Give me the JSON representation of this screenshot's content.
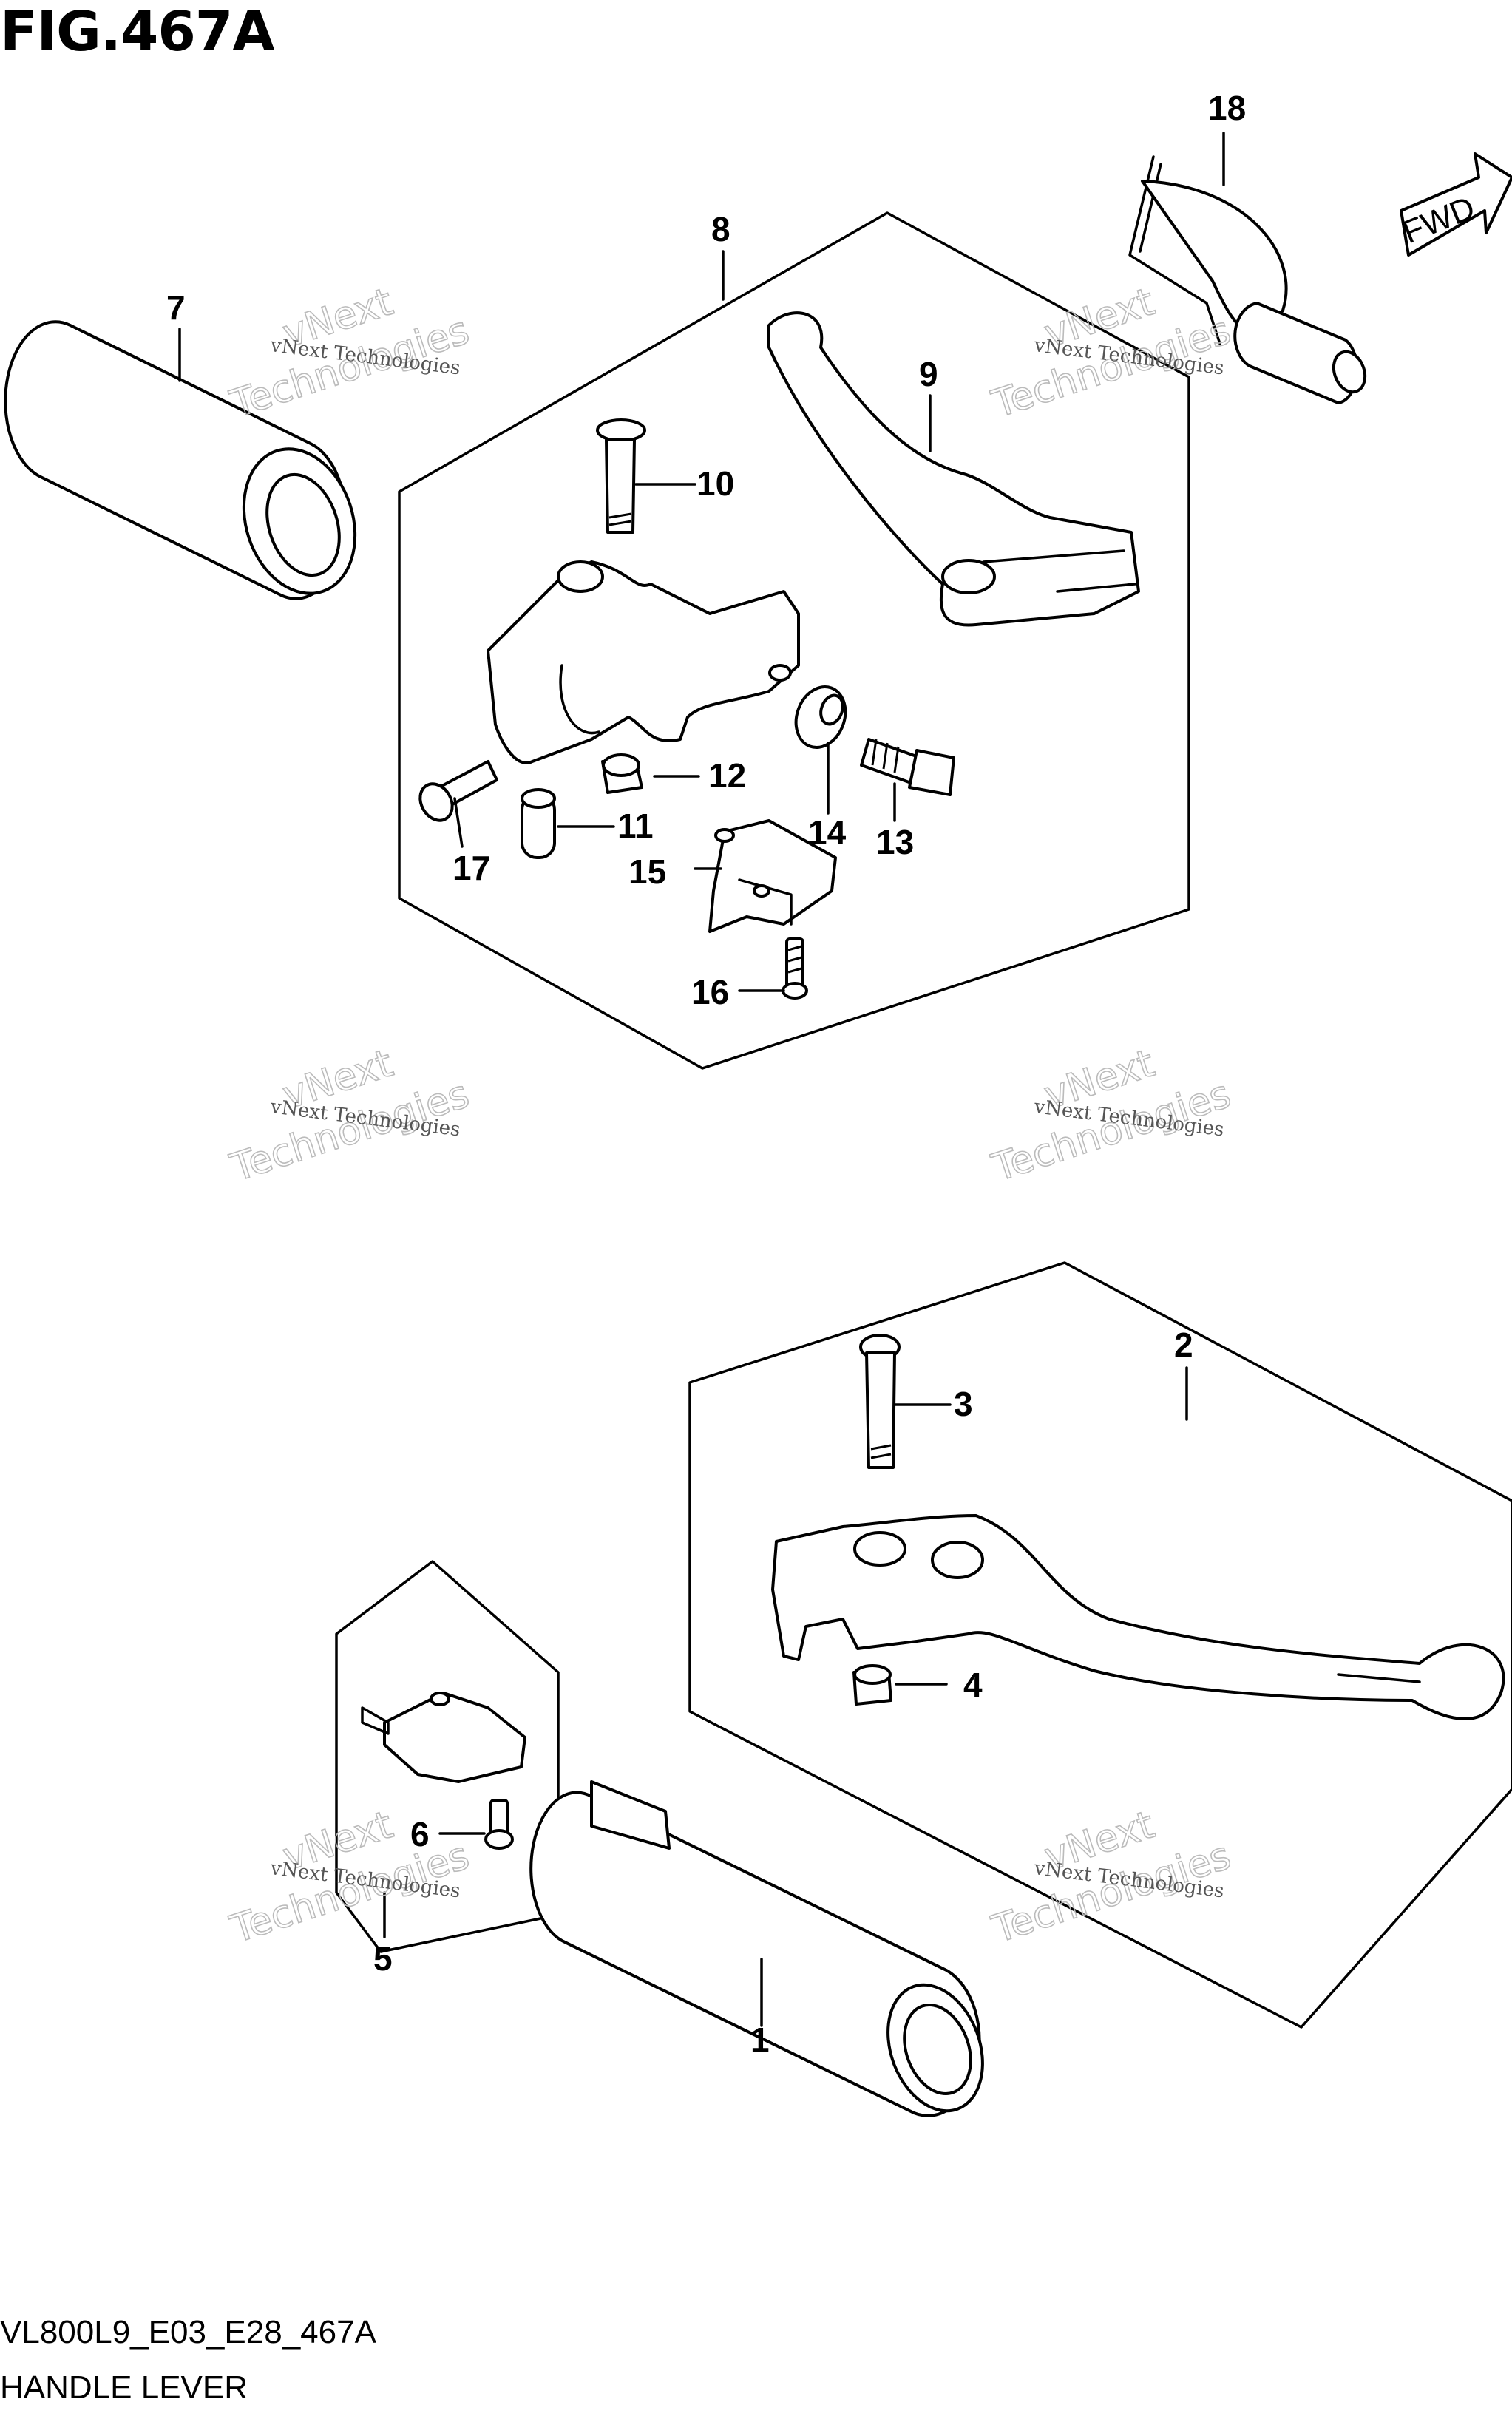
{
  "figure": {
    "title": "FIG.467A",
    "model_code": "VL800L9_E03_E28_467A",
    "name": "HANDLE LEVER",
    "direction_label": "FWD"
  },
  "callouts": [
    {
      "id": "1",
      "label": "1"
    },
    {
      "id": "2",
      "label": "2"
    },
    {
      "id": "3",
      "label": "3"
    },
    {
      "id": "4",
      "label": "4"
    },
    {
      "id": "5",
      "label": "5"
    },
    {
      "id": "6",
      "label": "6"
    },
    {
      "id": "7",
      "label": "7"
    },
    {
      "id": "8",
      "label": "8"
    },
    {
      "id": "9",
      "label": "9"
    },
    {
      "id": "10",
      "label": "10"
    },
    {
      "id": "11",
      "label": "11"
    },
    {
      "id": "12",
      "label": "12"
    },
    {
      "id": "13",
      "label": "13"
    },
    {
      "id": "14",
      "label": "14"
    },
    {
      "id": "15",
      "label": "15"
    },
    {
      "id": "16",
      "label": "16"
    },
    {
      "id": "17",
      "label": "17"
    },
    {
      "id": "18",
      "label": "18"
    }
  ],
  "watermark": {
    "small_text": "vNext Technologies",
    "line1": "vNext",
    "line2": "Technologies"
  }
}
